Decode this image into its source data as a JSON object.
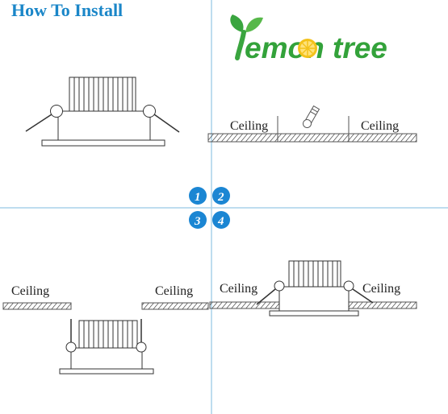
{
  "header": {
    "title": "How To Install"
  },
  "brand": {
    "name_prefix": "",
    "name_part1": "emon",
    "name_part2": "tree",
    "accent_color": "#3aa53f",
    "fruit_color": "#f3c21b"
  },
  "steps": [
    "1",
    "2",
    "3",
    "4"
  ],
  "labels": {
    "step2_left": "Ceiling",
    "step2_right": "Ceiling",
    "step3_left": "Ceiling",
    "step3_right": "Ceiling",
    "step4_left": "Ceiling",
    "step4_right": "Ceiling"
  },
  "colors": {
    "title": "#1a86c8",
    "divider": "#a9d2ea",
    "step_badge": "#1b86d3",
    "line": "#333333"
  }
}
